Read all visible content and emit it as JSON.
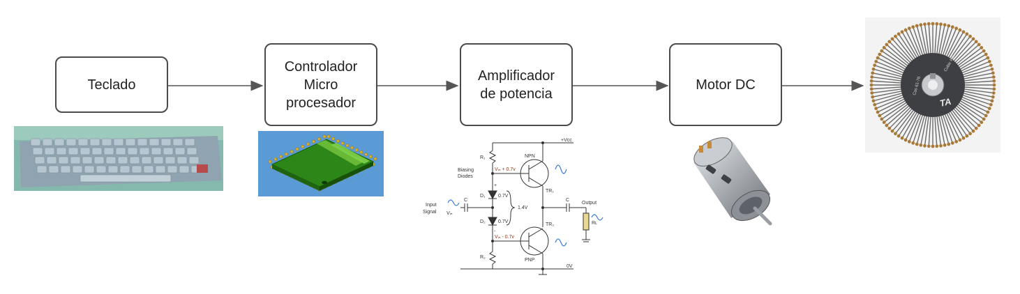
{
  "blocks": {
    "teclado": "Teclado",
    "controlador": "Controlador\nMicro\nprocesador",
    "amplificador": "Amplificador\nde potencia",
    "motor": "Motor DC"
  },
  "circuit": {
    "vcc": "+Vcc",
    "r1": "R₁",
    "r2": "R₂",
    "npn": "NPN",
    "pnp": "PNP",
    "tr1": "TR₁",
    "tr2": "TR₂",
    "biasing_line1": "Biasing",
    "biasing_line2": "Diodes",
    "d1": "D₁",
    "d2": "D₂",
    "vin_plus": "Vᵢₙ + 0.7v",
    "vin_minus": "Vᵢₙ - 0.7v",
    "d1_drop": "0.7V",
    "d2_drop": "0.7V",
    "total_drop": "1.4V",
    "plus_sign": "+",
    "minus_sign": "-",
    "input_line1": "Input",
    "input_line2": "Signal",
    "vin": "Vᵢₙ",
    "c_in": "C",
    "c_out": "C",
    "output": "Output",
    "rl": "Rʟ",
    "zero_v": "0V"
  },
  "print_wheel": {
    "logo": "TA",
    "marks_left": "Cas 61-76",
    "marks_right": "Cubic PS"
  },
  "colors": {
    "block_border": "#4a4a4a",
    "arrow": "#555555",
    "chip_bg": "#5b9bd5",
    "chip_green": "#2f8a1a",
    "keyboard_bg": "#7fb5a8",
    "sine": "#3a7bd5",
    "motor_body": "#a9adb2"
  }
}
